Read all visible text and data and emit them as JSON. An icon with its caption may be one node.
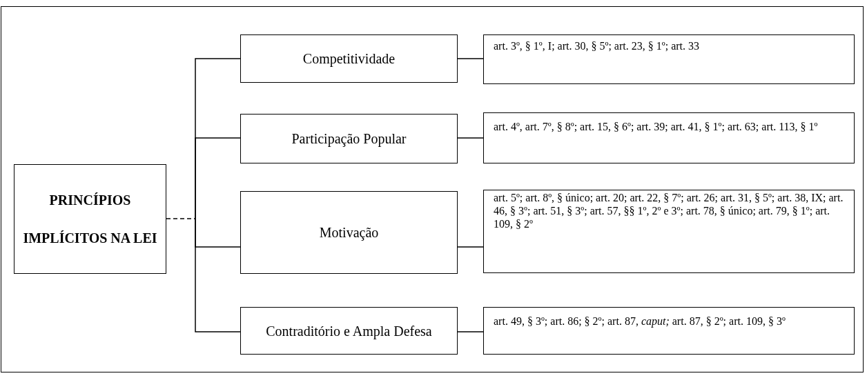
{
  "diagram": {
    "nodes": [
      {
        "text": [
          "PRINCÍPIOS IMPLÍCITOS NA LEI"
        ]
      },
      {
        "text": [
          "Competitividade"
        ]
      },
      {
        "text": [
          "Participação Popular"
        ]
      },
      {
        "text": [
          "Motivação"
        ]
      },
      {
        "text": [
          "Contraditório e Ampla Defesa"
        ]
      },
      {
        "text": [
          "art. 3º, § 1º, I; art. 30, § 5º; art. 23, § 1º; art. 33"
        ]
      },
      {
        "text": [
          "art. 4º, art. 7º, § 8º; art. 15, § 6º; art. 39; art. 41, § 1º; art. 63; art. 113, § 1º"
        ]
      },
      {
        "text": [
          "art. 5º; art. 8º, § único; art. 20; art. 22, § 7º; art. 26; art. 31, § 5º; art. 38, IX; art. 46, § 3º; art. 51, § 3º; art. 57, §§ 1º, 2º e 3º; art. 78, § único; art. 79, § 1º; art. 109, § 2º"
        ]
      },
      {
        "text": [
          "art. 49, § 3º; art. 86; § 2º; art. 87, *caput;* art. 87, § 2º; art. 109, § 3º"
        ]
      }
    ],
    "edges": [
      {
        "from": 0,
        "to": 1,
        "arrow": "none"
      },
      {
        "from": 0,
        "to": 2,
        "arrow": "none"
      },
      {
        "from": 0,
        "to": 3,
        "arrow": "none"
      },
      {
        "from": 0,
        "to": 4,
        "arrow": "none"
      },
      {
        "from": 1,
        "to": 5,
        "arrow": "none"
      },
      {
        "from": 2,
        "to": 6,
        "arrow": "none"
      },
      {
        "from": 3,
        "to": 7,
        "arrow": "none"
      },
      {
        "from": 4,
        "to": 8,
        "arrow": "none"
      }
    ]
  }
}
